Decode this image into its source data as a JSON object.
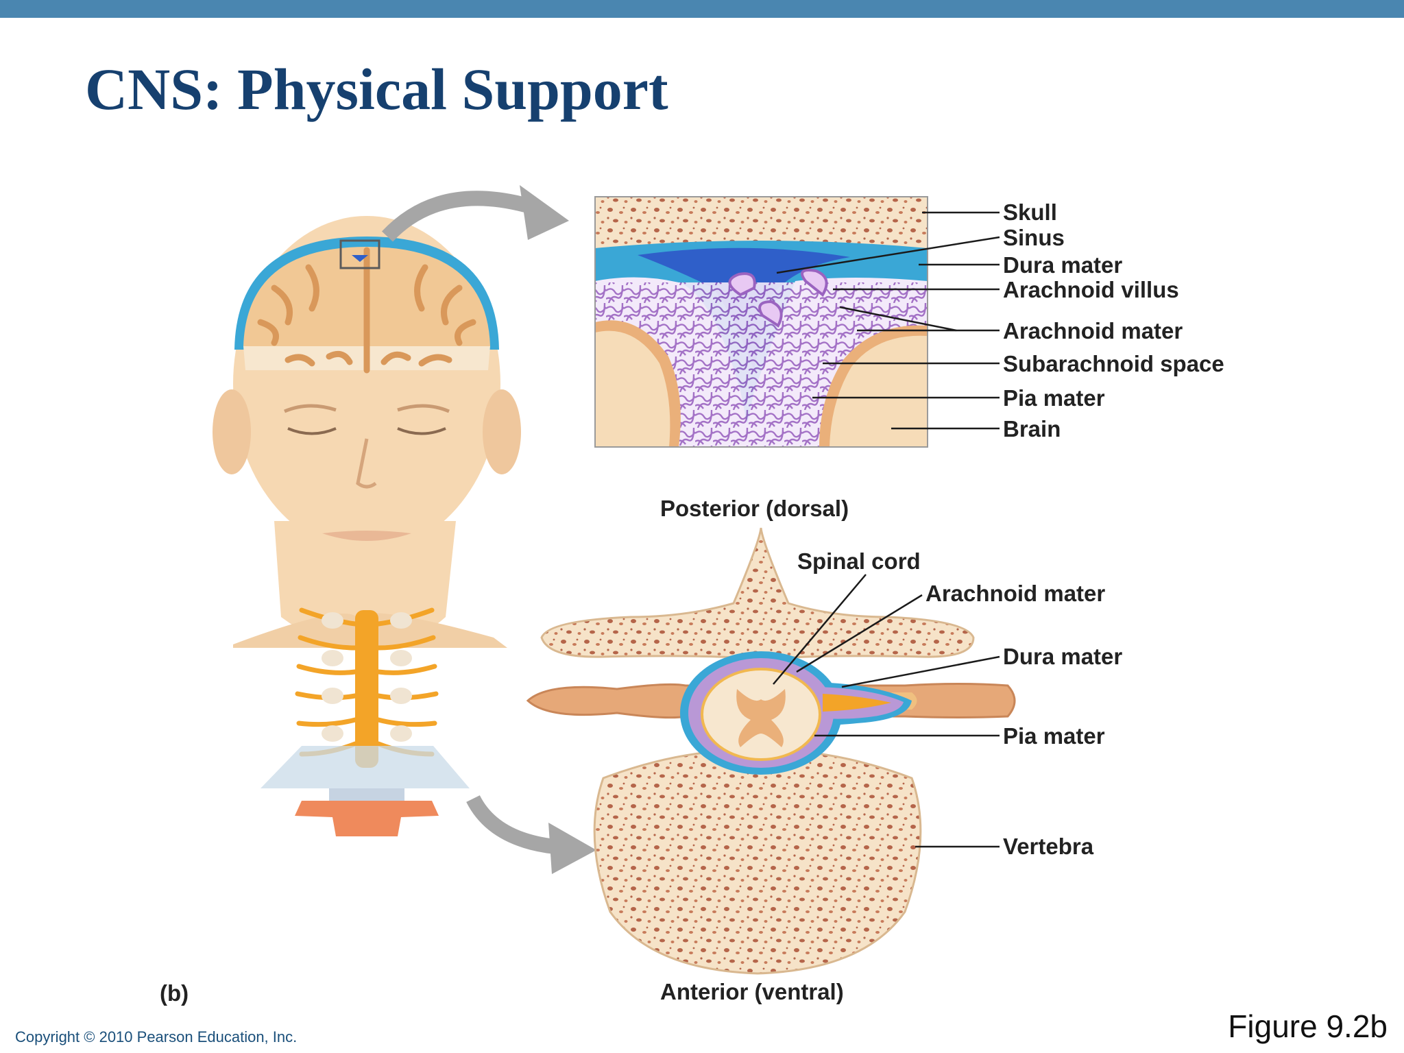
{
  "slide": {
    "title": "CNS: Physical Support",
    "copyright": "Copyright © 2010 Pearson Education, Inc.",
    "figure_label": "Figure 9.2b",
    "panel_letter": "(b)"
  },
  "brain_inset": {
    "labels": [
      "Skull",
      "Sinus",
      "Dura mater",
      "Arachnoid villus",
      "Arachnoid mater",
      "Subarachnoid space",
      "Pia mater",
      "Brain"
    ]
  },
  "spinal_section": {
    "posterior_label": "Posterior (dorsal)",
    "anterior_label": "Anterior (ventral)",
    "labels": [
      "Spinal cord",
      "Arachnoid mater",
      "Dura mater",
      "Pia mater",
      "Vertebra"
    ]
  },
  "colors": {
    "title": "#16406f",
    "topbar": "#4a86b0",
    "bone": "#f6e3c8",
    "bone_spots": "#b5654a",
    "dura": "#3aa7d6",
    "sinus": "#2f5fc9",
    "arachnoid": "#9a63c0",
    "brain": "#f1c895",
    "nerve": "#f3a428"
  }
}
